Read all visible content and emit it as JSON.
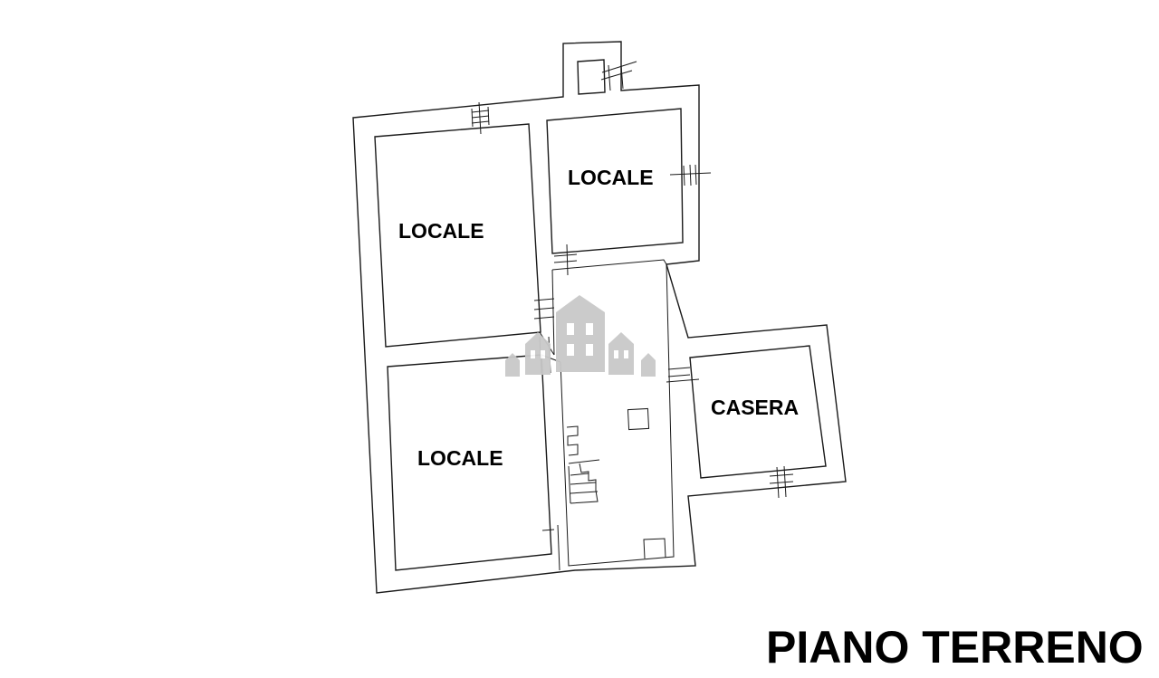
{
  "floor_plan": {
    "title": "PIANO TERRENO",
    "rooms": [
      {
        "id": "locale-upper-left",
        "label": "LOCALE"
      },
      {
        "id": "locale-upper-right",
        "label": "LOCALE"
      },
      {
        "id": "locale-lower-left",
        "label": "LOCALE"
      },
      {
        "id": "casera",
        "label": "CASERA"
      }
    ]
  },
  "colors": {
    "line": "#1a1a1a",
    "background": "#ffffff",
    "watermark": "#c9c9c9"
  },
  "watermark_icon": "houses-logo-icon"
}
